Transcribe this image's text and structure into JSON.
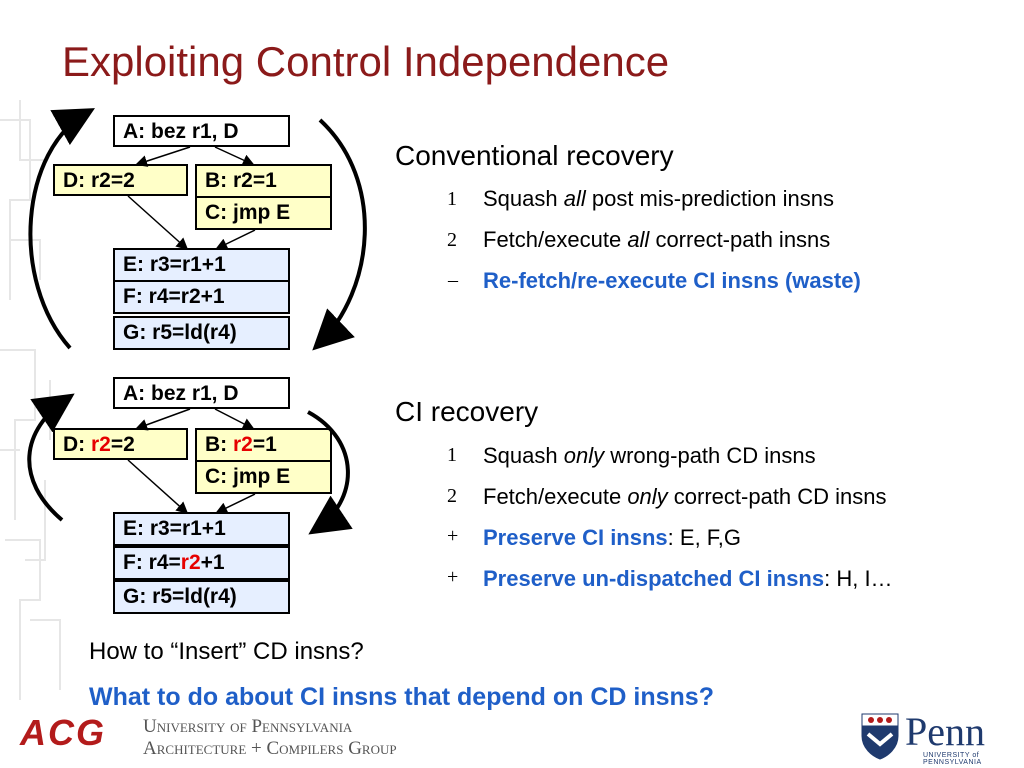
{
  "title": "Exploiting Control Independence",
  "top_diagram": {
    "A": "A: bez r1, D",
    "D": "D: r2=2",
    "B": "B: r2=1",
    "C": "C: jmp E",
    "E": "E: r3=r1+1",
    "F": "F: r4=r2+1",
    "G": "G: r5=ld(r4)"
  },
  "bottom_diagram": {
    "A": "A: bez r1, D",
    "D_pre": "D: ",
    "D_red": "r2",
    "D_post": "=2",
    "B_pre": "B: ",
    "B_red": "r2",
    "B_post": "=1",
    "C": "C: jmp E",
    "E": "E: r3=r1+1",
    "F_pre": "F: r4=",
    "F_red": "r2",
    "F_post": "+1",
    "G": "G: r5=ld(r4)"
  },
  "conventional": {
    "heading": "Conventional recovery",
    "items": [
      {
        "marker": "1",
        "pre": "Squash ",
        "em": "all",
        "post": " post mis-prediction insns"
      },
      {
        "marker": "2",
        "pre": "Fetch/execute ",
        "em": "all",
        "post": " correct-path insns"
      }
    ],
    "waste_marker": "–",
    "waste": "Re-fetch/re-execute CI insns (waste)"
  },
  "ci": {
    "heading": "CI recovery",
    "items": [
      {
        "marker": "1",
        "pre": "Squash ",
        "em": "only",
        "post": " wrong-path CD insns"
      },
      {
        "marker": "2",
        "pre": "Fetch/execute ",
        "em": "only",
        "post": " correct-path CD insns"
      }
    ],
    "plus1_marker": "+",
    "plus1_bold": "Preserve CI insns",
    "plus1_rest": ": E, F,G",
    "plus2_marker": "+",
    "plus2_bold": "Preserve un-dispatched CI insns",
    "plus2_rest": ": H, I…"
  },
  "questions": {
    "q1": "How to “Insert” CD insns?",
    "q2": "What to do about CI insns that depend on CD insns?"
  },
  "footer": {
    "acg": "ACG",
    "univ": "University of Pennsylvania",
    "group": "Architecture + Compilers Group",
    "penn": "Penn",
    "penn_sub": "UNIVERSITY of PENNSYLVANIA"
  },
  "colors": {
    "title": "#8b1a1a",
    "highlight_blue": "#1f5fc8",
    "register_red": "#e60000",
    "box_yellow": "#ffffc8",
    "box_blue": "#e6efff"
  }
}
